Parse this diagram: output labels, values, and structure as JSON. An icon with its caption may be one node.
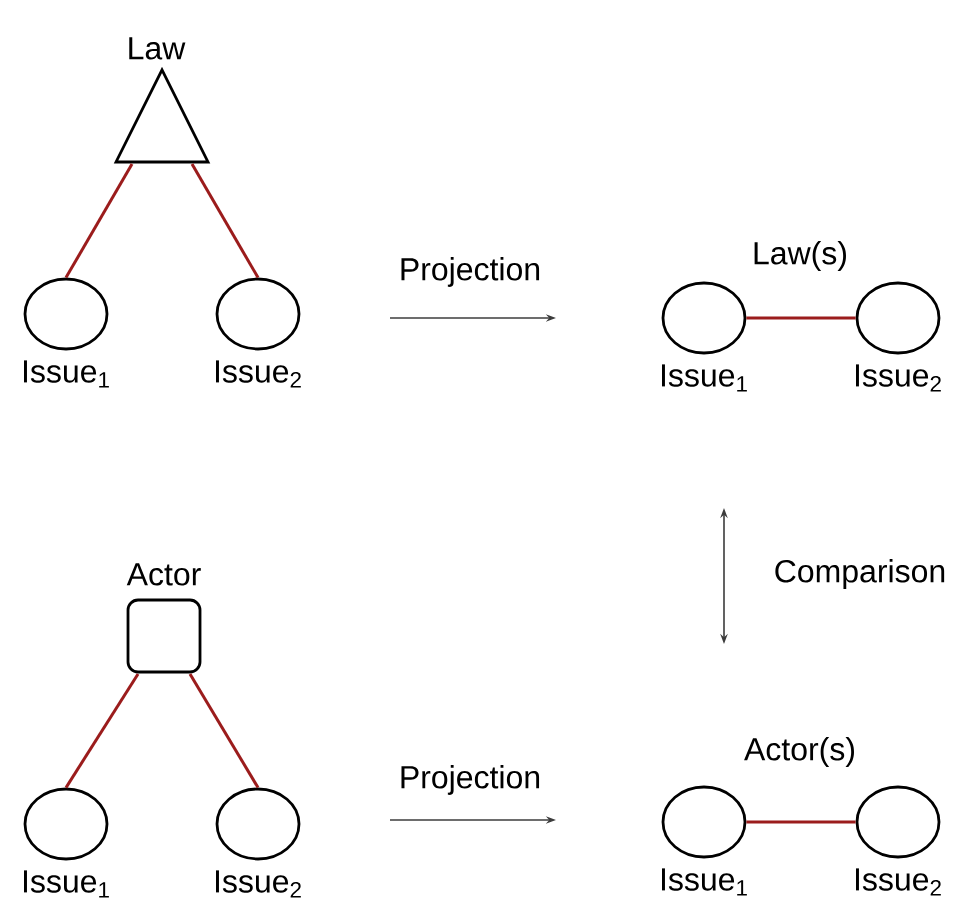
{
  "diagram": {
    "nodes": [
      {
        "text": [
          "Law"
        ]
      },
      {
        "text": [
          "Issue$_{1}$"
        ]
      },
      {
        "text": [
          "Issue$_{2}$"
        ]
      },
      {
        "text": [
          "Issue$_{1}$"
        ]
      },
      {
        "text": [
          "Issue$_{2}$"
        ]
      },
      {
        "text": [
          "Actor"
        ]
      },
      {
        "text": [
          "Issue$_{1}$"
        ]
      },
      {
        "text": [
          "Issue$_{2}$"
        ]
      },
      {
        "text": [
          "Issue$_{1}$"
        ]
      },
      {
        "text": [
          "Issue$_{2}$"
        ]
      }
    ],
    "edges": [
      {
        "from": 0,
        "to": 1,
        "arrow": "none"
      },
      {
        "from": 0,
        "to": 2,
        "arrow": "none"
      },
      {
        "from": 3,
        "to": 4,
        "label": "Law(s)",
        "arrow": "none"
      },
      {
        "from": 5,
        "to": 6,
        "arrow": "none"
      },
      {
        "from": 5,
        "to": 7,
        "arrow": "none"
      },
      {
        "from": 8,
        "to": 9,
        "label": "Actor(s)",
        "arrow": "none"
      }
    ],
    "labels": [
      "Projection",
      "Comparison",
      "Projection"
    ]
  }
}
